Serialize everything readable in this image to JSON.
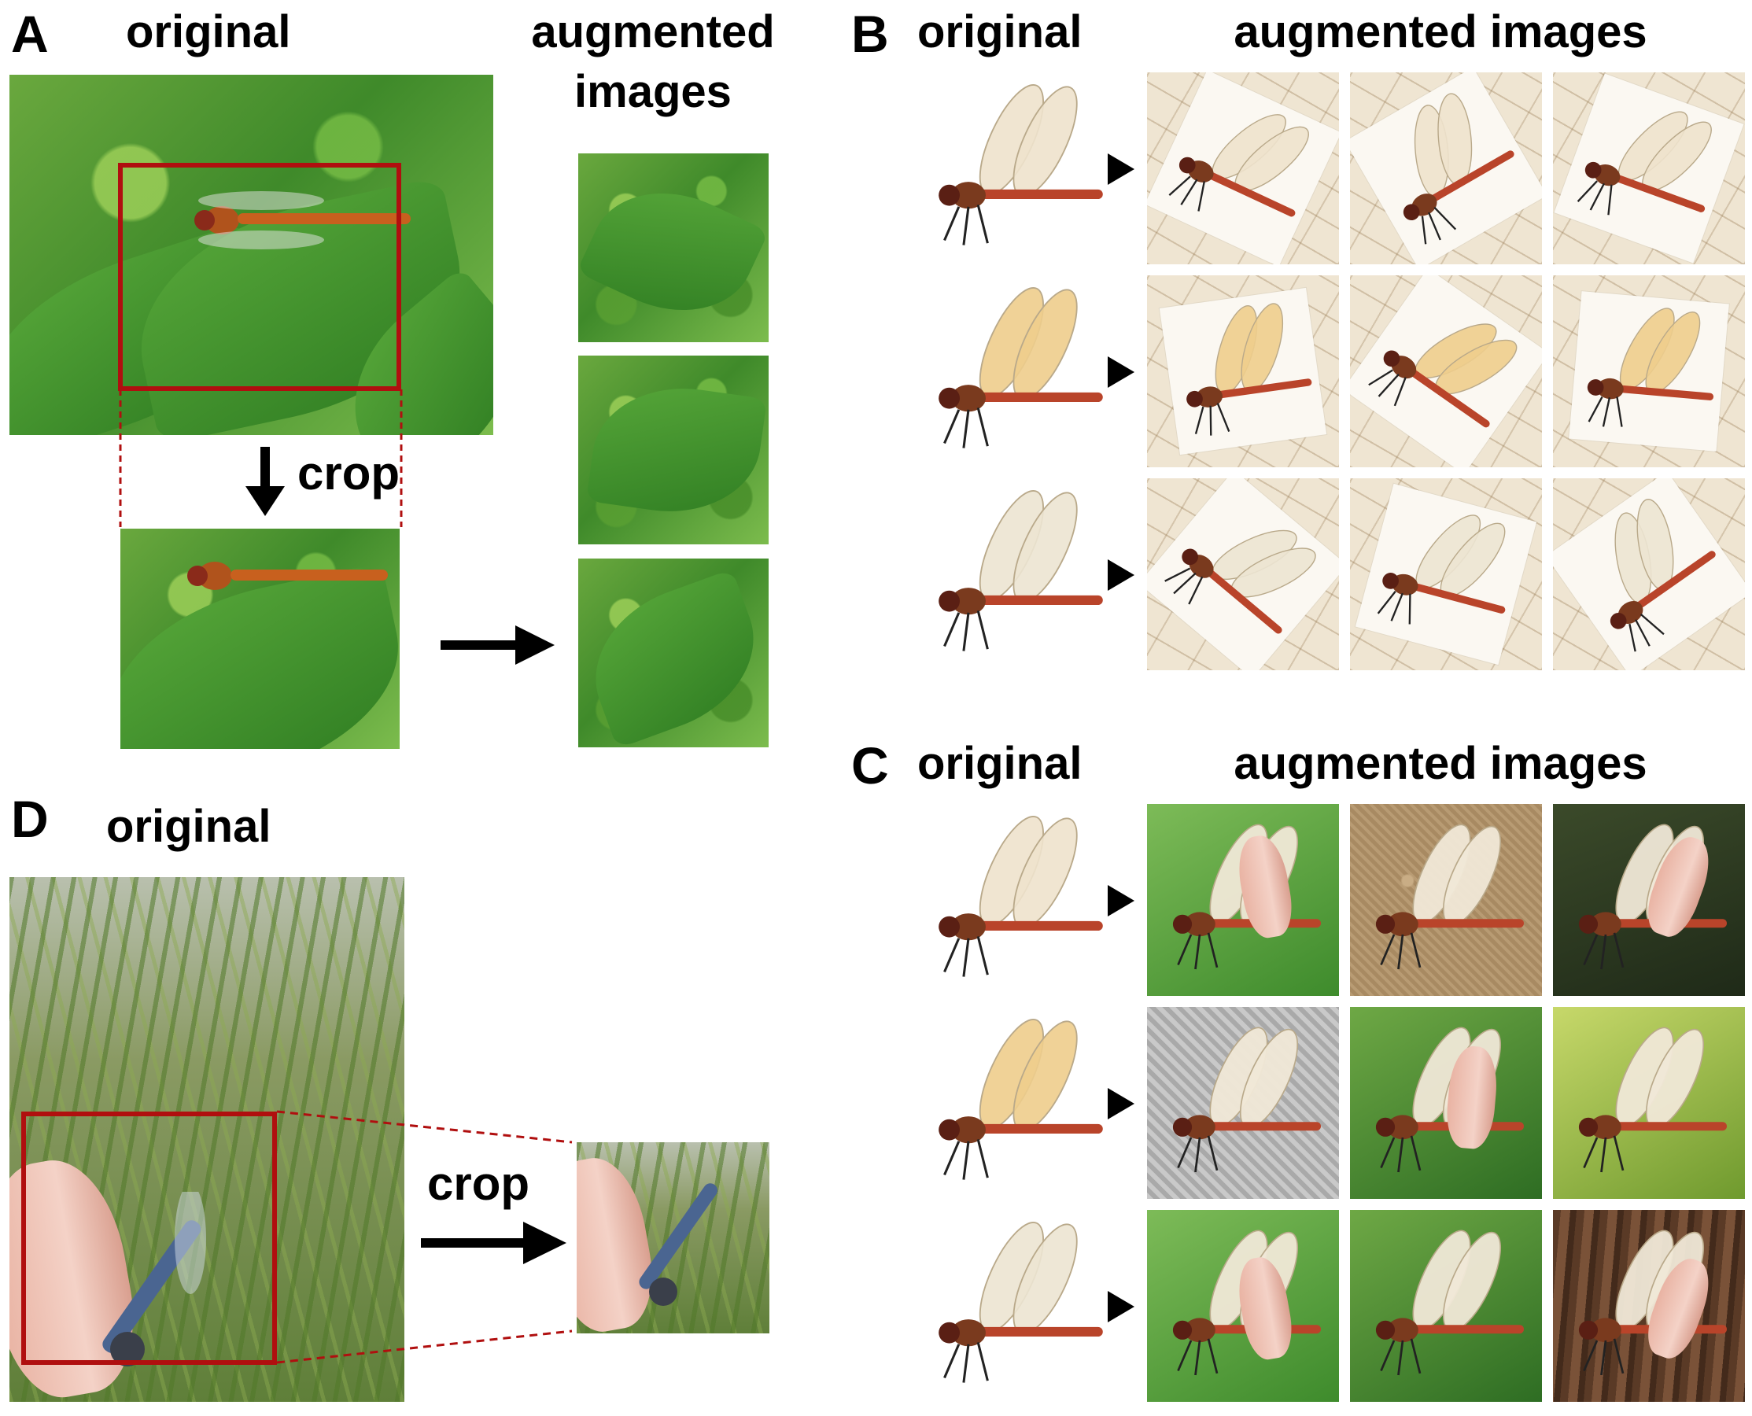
{
  "panels": {
    "A": {
      "letter": "A",
      "original_heading": "original",
      "augmented_heading_line1": "augmented",
      "augmented_heading_line2": "images",
      "crop_label": "crop"
    },
    "B": {
      "letter": "B",
      "original_heading": "original",
      "augmented_heading": "augmented images"
    },
    "C": {
      "letter": "C",
      "original_heading": "original",
      "augmented_heading": "augmented images"
    },
    "D": {
      "letter": "D",
      "original_heading": "original",
      "crop_label": "crop"
    }
  },
  "colors": {
    "crop_frame": "#b00f0f",
    "text": "#000000"
  },
  "icons": [
    "dragonfly-illustration",
    "arrow-right-icon",
    "arrow-down-icon",
    "triangle-pointer-icon"
  ]
}
